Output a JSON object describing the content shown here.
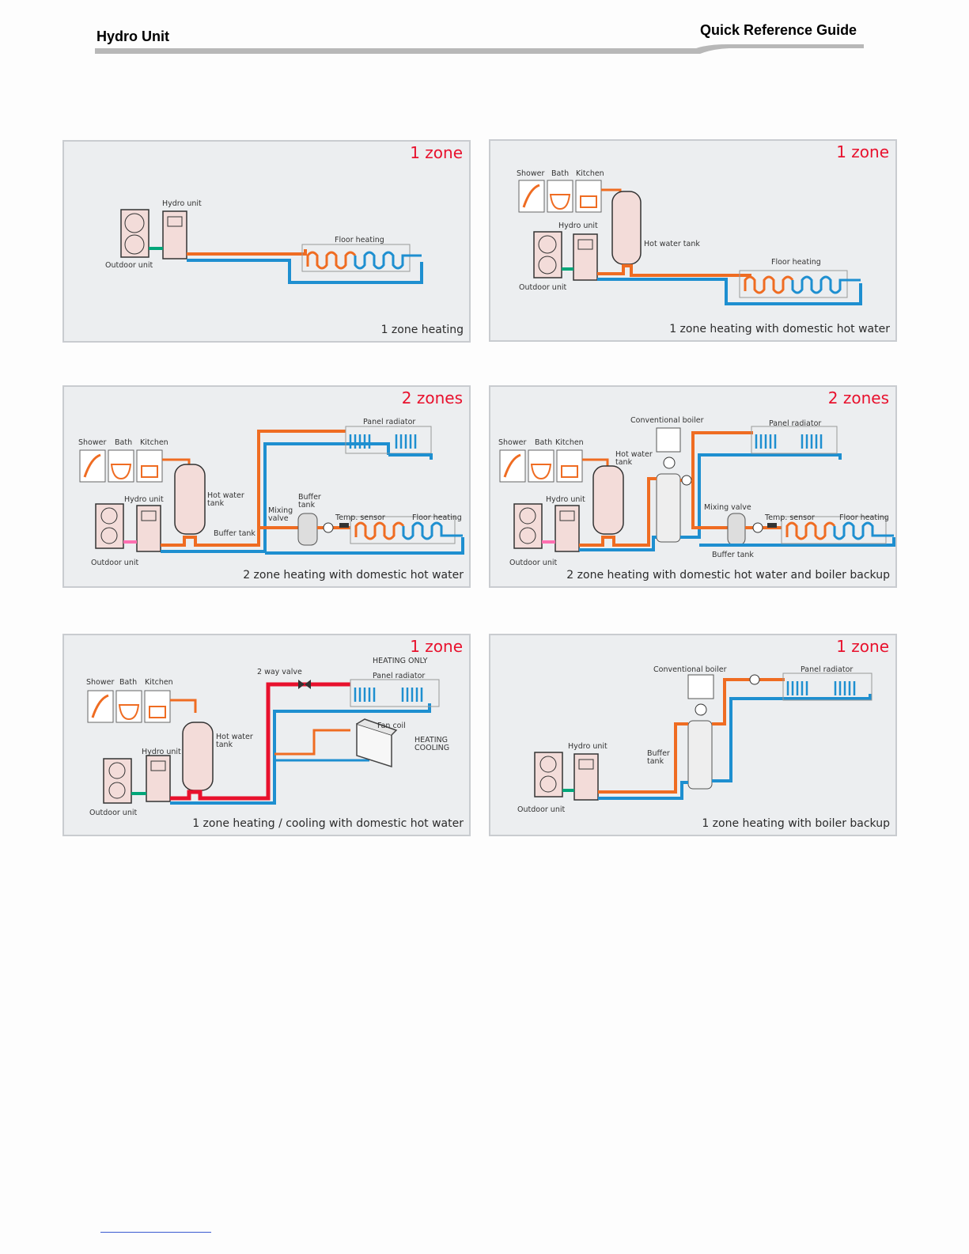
{
  "header": {
    "left_title": "Hydro Unit",
    "right_title": "Quick Reference Guide"
  },
  "colors": {
    "hot": "#ef6c22",
    "cold": "#1e8fd0",
    "red": "#e8112d",
    "link": "#00a679"
  },
  "panels": [
    {
      "zone": "1 zone",
      "caption": "1 zone heating",
      "labels": {
        "hydro": "Hydro unit",
        "outdoor": "Outdoor unit",
        "floor": "Floor heating"
      }
    },
    {
      "zone": "1 zone",
      "caption": "1 zone heating with domestic hot water",
      "labels": {
        "shower": "Shower",
        "bath": "Bath",
        "kitchen": "Kitchen",
        "hydro": "Hydro unit",
        "outdoor": "Outdoor unit",
        "tank": "Hot water tank",
        "floor": "Floor heating"
      }
    },
    {
      "zone": "2 zones",
      "caption": "2 zone heating with domestic hot water",
      "labels": {
        "shower": "Shower",
        "bath": "Bath",
        "kitchen": "Kitchen",
        "hydro": "Hydro unit",
        "outdoor": "Outdoor unit",
        "tank": "Hot water\ntank",
        "buffer_tank": "Buffer tank",
        "mixing": "Mixing\nvalve",
        "buffer": "Buffer\ntank",
        "sensor": "Temp. sensor",
        "floor": "Floor heating",
        "radiator": "Panel radiator"
      }
    },
    {
      "zone": "2 zones",
      "caption": "2 zone heating with domestic hot water and boiler backup",
      "labels": {
        "shower": "Shower",
        "bath": "Bath",
        "kitchen": "Kitchen",
        "hydro": "Hydro unit",
        "outdoor": "Outdoor unit",
        "tank": "Hot water\ntank",
        "boiler": "Conventional boiler",
        "radiator": "Panel radiator",
        "mixing": "Mixing valve",
        "sensor": "Temp. sensor",
        "floor": "Floor heating",
        "buffer_tank": "Buffer tank"
      }
    },
    {
      "zone": "1 zone",
      "caption": "1 zone heating / cooling with domestic hot water",
      "labels": {
        "shower": "Shower",
        "bath": "Bath",
        "kitchen": "Kitchen",
        "hydro": "Hydro unit",
        "outdoor": "Outdoor unit",
        "tank": "Hot water\ntank",
        "valve": "2 way valve",
        "heating_only": "HEATING ONLY",
        "radiator": "Panel radiator",
        "fancoil": "Fan coil",
        "heat_cool": "HEATING\nCOOLING"
      }
    },
    {
      "zone": "1 zone",
      "caption": "1 zone heating with boiler backup",
      "labels": {
        "boiler": "Conventional boiler",
        "radiator": "Panel radiator",
        "hydro": "Hydro unit",
        "outdoor": "Outdoor unit",
        "buffer": "Buffer\ntank"
      }
    }
  ]
}
